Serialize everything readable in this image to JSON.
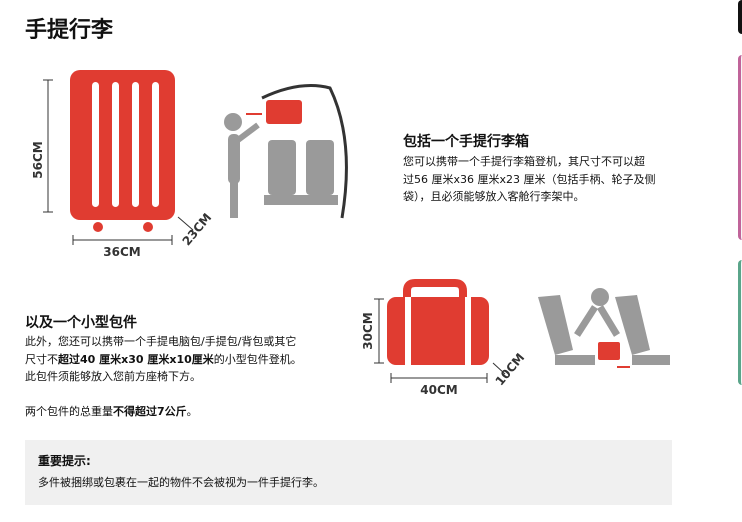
{
  "title": "手提行李",
  "cabin_bag": {
    "heading": "包括一个手提行李箱",
    "lines": [
      "您可以携带一个手提行李箱登机，其尺寸不可以超",
      "过56 厘米x36 厘米x23 厘米（包括手柄、轮子及侧",
      "袋），且必须能够放入客舱行李架中。"
    ],
    "dims": {
      "height": "56CM",
      "width": "36CM",
      "depth": "23CM"
    }
  },
  "small_bag": {
    "heading": "以及一个小型包件",
    "line1": "此外，您还可以携带一个手提电脑包/手提包/背包或其它",
    "line2_pre": "尺寸不",
    "line2_bold": "超过40 厘米x30 厘米x10厘米",
    "line2_post": "的小型包件登机。",
    "line3": "此包件须能够放入您前方座椅下方。",
    "weight_pre": "两个包件的总重量",
    "weight_bold": "不得超过7公斤",
    "weight_post": "。",
    "dims": {
      "height": "30CM",
      "width": "40CM",
      "depth": "10CM"
    }
  },
  "note": {
    "title": "重要提示:",
    "text": "多件被捆绑或包裹在一起的物件不会被视为一件手提行李。"
  },
  "colors": {
    "accent": "#e03c31",
    "gray": "#9a9a9a"
  }
}
